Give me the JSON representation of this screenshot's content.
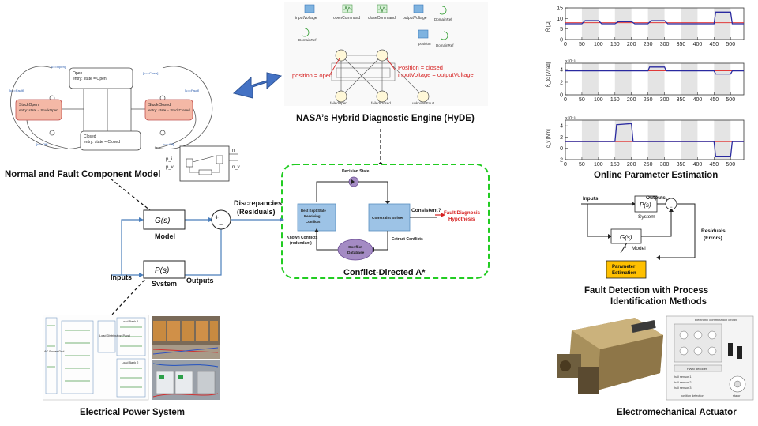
{
  "captions": {
    "normal_fault_model": "Normal and Fault Component Model",
    "hyde": "NASA’s Hybrid Diagnostic Engine (HyDE)",
    "cda": "Conflict-Directed A*",
    "online_param": "Online Parameter Estimation",
    "fault_detect_line1": "Fault Detection with Process",
    "fault_detect_line2": "Identification Methods",
    "eps": "Electrical Power System",
    "ema": "Electromechanical Actuator"
  },
  "center_diagram": {
    "model_block": "G(s)",
    "model_label": "Model",
    "system_block": "P(s)",
    "system_label": "System",
    "inputs": "Inputs",
    "outputs": "Outputs",
    "discrepancies_line1": "Discrepancies",
    "discrepancies_line2": "(Residuals)",
    "sum_plus": "+",
    "sum_minus": "−"
  },
  "cda_diagram": {
    "decision_state": "Decision State",
    "best_kept_state": "Best Kept State Resolving Conflicts",
    "constraint_solver": "Constraint Solver",
    "consistent": "Consistent?",
    "fault_diagnosis_line1": "Fault Diagnosis",
    "fault_diagnosis_line2": "Hypothesis",
    "known_conflicts_line1": "Known Conflicts",
    "known_conflicts_line2": "(redundant)",
    "extract_conflicts": "Extract Conflicts",
    "conflict_database_line1": "Conflict",
    "conflict_database_line2": "Database"
  },
  "hyde_diagram": {
    "components": [
      "inputVoltage",
      "openCommand",
      "closeCommand",
      "outputVoltage"
    ],
    "domain_labels": [
      "DomainRef",
      "DomainRef",
      "DomainRef"
    ],
    "position": "position",
    "state_labels": [
      "failedOpen",
      "failedClosed",
      "unknownFault"
    ],
    "annotation_open": "position = open",
    "annotation_closed_1": "Position = closed",
    "annotation_closed_2": "inputVoltage = outputVoltage"
  },
  "fault_detection": {
    "inputs": "Inputs",
    "outputs": "Outputs",
    "system_block": "P(s)",
    "system_label": "System",
    "model_block": "G(s)",
    "model_label": "Model",
    "residuals_line1": "Residuals",
    "residuals_line2": "(Errors)",
    "param_est_line1": "Parameter",
    "param_est_line2": "Estimation",
    "sum_plus": "+",
    "sum_minus": "−"
  },
  "state_machine": {
    "states": [
      {
        "name": "Open",
        "entry": "entry: state = Open"
      },
      {
        "name": "StuckOpen",
        "entry": "entry: state = StuckOpen"
      },
      {
        "name": "StuckClosed",
        "entry": "entry: state = StuckClosed"
      },
      {
        "name": "Closed",
        "entry": "entry: state = Closed"
      }
    ],
    "transitions": [
      "[u==Open]",
      "[u==Close]",
      "[u==Fault]",
      "[u==Off]"
    ]
  },
  "simulink_block": {
    "ports": [
      "p_i",
      "p_v",
      "n_i",
      "n_v"
    ]
  },
  "online_chart": {
    "type": "line",
    "x": [
      0,
      50,
      100,
      150,
      200,
      250,
      300,
      350,
      400,
      450,
      500
    ],
    "xlim": [
      0,
      540
    ],
    "shaded_intervals": [
      [
        50,
        100
      ],
      [
        150,
        200
      ],
      [
        250,
        300
      ],
      [
        350,
        400
      ],
      [
        450,
        500
      ]
    ],
    "colors": {
      "estimate": "#2a2aa0",
      "true_value": "#e02020",
      "shade": "#e4e4e4"
    },
    "subplots": [
      {
        "ylabel": "R̂ [Ω]",
        "yticks": [
          0,
          5,
          10,
          15
        ],
        "ylim": [
          0,
          15
        ],
        "true_value": 8,
        "estimate": [
          [
            0,
            7.5
          ],
          [
            50,
            7.5
          ],
          [
            60,
            9
          ],
          [
            100,
            9
          ],
          [
            110,
            7.5
          ],
          [
            150,
            7.5
          ],
          [
            160,
            8.5
          ],
          [
            200,
            8.5
          ],
          [
            210,
            7.5
          ],
          [
            250,
            7.5
          ],
          [
            260,
            9
          ],
          [
            300,
            9
          ],
          [
            310,
            7.5
          ],
          [
            450,
            7.5
          ],
          [
            455,
            13
          ],
          [
            500,
            13
          ],
          [
            505,
            7.5
          ],
          [
            540,
            7.5
          ]
        ]
      },
      {
        "ylabel": "K̂_tc [V/rad]",
        "yscale_note": "x10⁻³",
        "yticks": [
          0,
          2,
          4
        ],
        "ylim": [
          0,
          5
        ],
        "true_value": 3.8,
        "estimate": [
          [
            0,
            3.8
          ],
          [
            250,
            3.8
          ],
          [
            255,
            4.4
          ],
          [
            300,
            4.4
          ],
          [
            305,
            3.8
          ],
          [
            450,
            3.8
          ],
          [
            455,
            3.3
          ],
          [
            500,
            3.3
          ],
          [
            505,
            3.8
          ],
          [
            540,
            3.8
          ]
        ]
      },
      {
        "ylabel": "ĉ_v [Nm]",
        "yscale_note": "x10⁻³",
        "yticks": [
          -2,
          0,
          2,
          4
        ],
        "ylim": [
          -2,
          5
        ],
        "true_value": 1.2,
        "estimate": [
          [
            0,
            1.2
          ],
          [
            150,
            1.2
          ],
          [
            155,
            4.2
          ],
          [
            200,
            4.4
          ],
          [
            205,
            1.2
          ],
          [
            450,
            1.2
          ],
          [
            455,
            -1.5
          ],
          [
            500,
            -1.5
          ],
          [
            505,
            1.2
          ],
          [
            540,
            1.2
          ]
        ]
      }
    ]
  },
  "eps_labels": {
    "ac_power": "AC Power Grid",
    "load_bank_1": "Load Bank 1",
    "load_bank_2": "Load Bank 2",
    "load_panel": "Load Distribution Panel"
  },
  "ema_schematic": {
    "title": "electronic commutation circuit",
    "pwm": "PWM decoder",
    "sensors": [
      "hall sensor 1",
      "hall sensor 2",
      "hall sensor 3"
    ],
    "position_detection": "position detection",
    "stator": "stator"
  }
}
